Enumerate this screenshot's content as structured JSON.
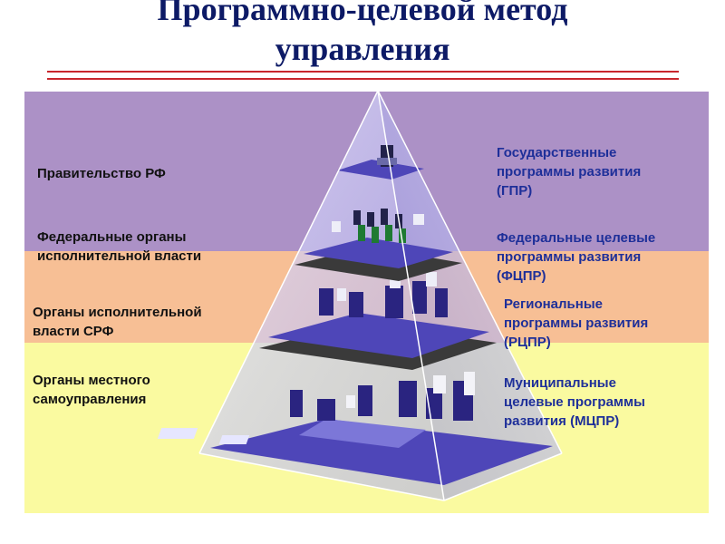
{
  "title": {
    "line1": "Программно-целевой метод",
    "line2": "управления"
  },
  "levels": [
    {
      "body_lines": [
        "Правительство РФ"
      ],
      "program_lines": [
        "Государственные",
        "программы развития",
        "(ГПР)"
      ]
    },
    {
      "body_lines": [
        "Федеральные органы",
        "исполнительной власти"
      ],
      "program_lines": [
        "Федеральные целевые",
        "программы развития",
        "(ФЦПР)"
      ]
    },
    {
      "body_lines": [
        "Органы исполнительной",
        "власти СРФ"
      ],
      "program_lines": [
        "Региональные",
        "программы развития",
        "(РЦПР)"
      ]
    },
    {
      "body_lines": [
        "Органы местного",
        "самоуправления"
      ],
      "program_lines": [
        "Муниципальные",
        "целевые программы",
        "развития (МЦПР)"
      ]
    }
  ],
  "colors": {
    "title": "#0d1a66",
    "accent_rule": "#c8272d",
    "band_top": "#ac91c6",
    "band_middle": "#f7bf95",
    "band_bottom": "#fafaa0",
    "pyramid_floor": "#4e46b8",
    "slab_dark": "#3a3a3a",
    "program_text": "#1e2f99"
  }
}
